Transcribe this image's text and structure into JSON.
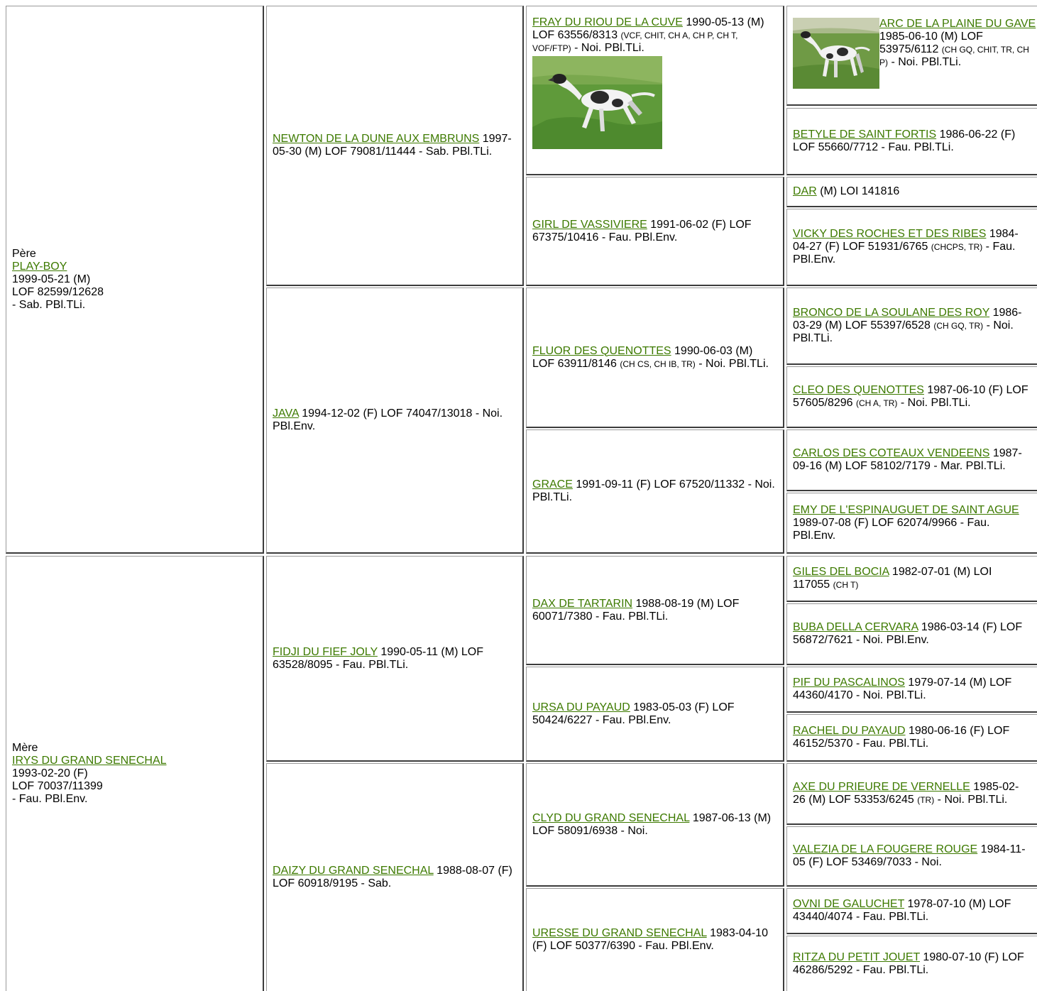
{
  "pedigree": {
    "father": {
      "role": "Père",
      "name": "PLAY-BOY",
      "born": "1999-05-21 (M)",
      "lof": "LOF 82599/12628",
      "color": "- Sab. PBl.TLi."
    },
    "mother": {
      "role": "Mère",
      "name": "IRYS DU GRAND SENECHAL",
      "born": "1993-02-20 (F)",
      "lof": "LOF 70037/11399",
      "color": "- Fau. PBl.Env."
    },
    "gen2": [
      {
        "name": "NEWTON DE LA DUNE AUX EMBRUNS",
        "text": " 1997-05-30 (M) LOF 79081/11444 - Sab. PBl.TLi."
      },
      {
        "name": "JAVA",
        "text": " 1994-12-02 (F) LOF 74047/13018 - Noi. PBl.Env."
      },
      {
        "name": "FIDJI DU FIEF JOLY",
        "text": " 1990-05-11 (M) LOF 63528/8095 - Fau. PBl.TLi."
      },
      {
        "name": "DAIZY DU GRAND SENECHAL",
        "text": " 1988-08-07 (F) LOF 60918/9195 - Sab."
      }
    ],
    "gen3": [
      {
        "name": "FRAY DU RIOU DE LA CUVE",
        "text": " 1990-05-13 (M) LOF 63556/8313 ",
        "titles": "(VCF, CHIT, CH A, CH P, CH T, VOF/FTP)",
        "tail": " - Noi. PBl.TLi."
      },
      {
        "name": "GIRL DE VASSIVIERE",
        "text": " 1991-06-02 (F) LOF 67375/10416 - Fau. PBl.Env."
      },
      {
        "name": "FLUOR DES QUENOTTES",
        "text": " 1990-06-03 (M) LOF 63911/8146 ",
        "titles": "(CH CS, CH IB, TR)",
        "tail": " - Noi. PBl.TLi."
      },
      {
        "name": "GRACE",
        "text": " 1991-09-11 (F) LOF 67520/11332 - Noi. PBl.TLi."
      },
      {
        "name": "DAX DE TARTARIN",
        "text": " 1988-08-19 (M) LOF 60071/7380 - Fau. PBl.TLi."
      },
      {
        "name": "URSA DU PAYAUD",
        "text": " 1983-05-03 (F) LOF 50424/6227 - Fau. PBl.Env."
      },
      {
        "name": "CLYD DU GRAND SENECHAL",
        "text": " 1987-06-13 (M) LOF 58091/6938 - Noi."
      },
      {
        "name": "URESSE DU GRAND SENECHAL",
        "text": " 1983-04-10 (F) LOF 50377/6390 - Fau. PBl.Env."
      }
    ],
    "gen4": [
      {
        "name": "ARC DE LA PLAINE DU GAVE",
        "text": " 1985-06-10 (M) LOF 53975/6112 ",
        "titles": "(CH GQ, CHIT, TR, CH P)",
        "tail": " - Noi. PBl.TLi."
      },
      {
        "name": "BETYLE DE SAINT FORTIS",
        "text": " 1986-06-22 (F) LOF 55660/7712 - Fau. PBl.TLi."
      },
      {
        "name": "DAR",
        "text": " (M) LOI 141816"
      },
      {
        "name": "VICKY DES ROCHES ET DES RIBES",
        "text": " 1984-04-27 (F) LOF 51931/6765 ",
        "titles": "(CHCPS, TR)",
        "tail": " - Fau. PBl.Env."
      },
      {
        "name": "BRONCO DE LA SOULANE DES ROY",
        "text": " 1986-03-29 (M) LOF 55397/6528 ",
        "titles": "(CH GQ, TR)",
        "tail": " - Noi. PBl.TLi."
      },
      {
        "name": "CLEO DES QUENOTTES",
        "text": " 1987-06-10 (F) LOF 57605/8296 ",
        "titles": "(CH A, TR)",
        "tail": " - Noi. PBl.TLi."
      },
      {
        "name": "CARLOS DES COTEAUX VENDEENS",
        "text": " 1987-09-16 (M) LOF 58102/7179 - Mar. PBl.TLi."
      },
      {
        "name": "EMY DE L'ESPINAUGUET DE SAINT AGUE",
        "text": " 1989-07-08 (F) LOF 62074/9966 - Fau. PBl.Env."
      },
      {
        "name": "GILES DEL BOCIA",
        "text": " 1982-07-01 (M) LOI 117055 ",
        "titles": "(CH T)",
        "tail": ""
      },
      {
        "name": "BUBA DELLA CERVARA",
        "text": " 1986-03-14 (F) LOF 56872/7621 - Noi. PBl.Env."
      },
      {
        "name": "PIF DU PASCALINOS",
        "text": " 1979-07-14 (M) LOF 44360/4170 - Noi. PBl.TLi."
      },
      {
        "name": "RACHEL DU PAYAUD",
        "text": " 1980-06-16 (F) LOF 46152/5370 - Fau. PBl.TLi."
      },
      {
        "name": "AXE DU PRIEURE DE VERNELLE",
        "text": " 1985-02-26 (M) LOF 53353/6245 ",
        "titles": "(TR)",
        "tail": " - Noi. PBl.TLi."
      },
      {
        "name": "VALEZIA DE LA FOUGERE ROUGE",
        "text": " 1984-11-05 (F) LOF 53469/7033 - Noi."
      },
      {
        "name": "OVNI DE GALUCHET",
        "text": " 1978-07-10 (M) LOF 43440/4074 - Fau. PBl.TLi."
      },
      {
        "name": "RITZA DU PETIT JOUET",
        "text": " 1980-07-10 (F) LOF 46286/5292 - Fau. PBl.TLi."
      }
    ]
  },
  "colors": {
    "link": "#3d7a00",
    "border_dark": "#3c3c3c",
    "border_light": "#9a9a9a",
    "grass": "#5f9a3a"
  }
}
